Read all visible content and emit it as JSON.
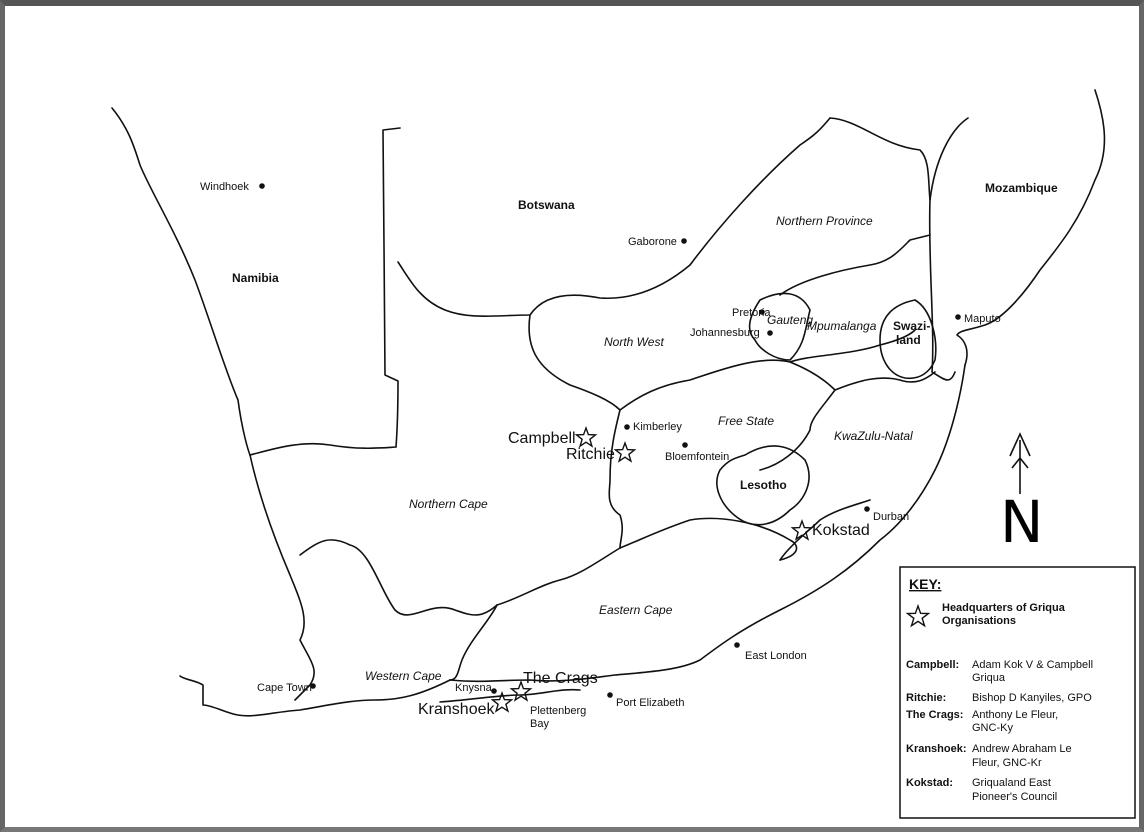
{
  "countries": {
    "namibia": "Namibia",
    "botswana": "Botswana",
    "mozambique": "Mozambique",
    "swaziland_1": "Swazi-",
    "swaziland_2": "land",
    "lesotho": "Lesotho"
  },
  "provinces": {
    "northern_province": "Northern Province",
    "north_west": "North West",
    "gauteng": "Gauteng",
    "mpumalanga": "Mpumalanga",
    "free_state": "Free State",
    "kwazulu_natal": "KwaZulu-Natal",
    "northern_cape": "Northern Cape",
    "eastern_cape": "Eastern Cape",
    "western_cape": "Western Cape"
  },
  "cities": {
    "windhoek": "Windhoek",
    "gaborone": "Gaborone",
    "pretoria": "Pretoria",
    "johannesburg": "Johannesburg",
    "maputo": "Maputo",
    "kimberley": "Kimberley",
    "bloemfontein": "Bloemfontein",
    "durban": "Durban",
    "east_london": "East London",
    "port_elizabeth": "Port Elizabeth",
    "cape_town": "Cape Town",
    "knysna": "Knysna",
    "plettenberg_1": "Plettenberg",
    "plettenberg_2": "Bay"
  },
  "headquarters": {
    "campbell": "Campbell",
    "ritchie": "Ritchie",
    "kokstad": "Kokstad",
    "the_crags": "The Crags",
    "kranshoek": "Kranshoek"
  },
  "north_arrow": {
    "letter": "N"
  },
  "key": {
    "title": "KEY:",
    "symbol_line1": "Headquarters of Griqua",
    "symbol_line2": "Organisations",
    "entries": [
      {
        "name": "Campbell:",
        "desc1": "Adam Kok V & Campbell",
        "desc2": "Griqua"
      },
      {
        "name": "Ritchie:",
        "desc1": "Bishop D Kanyiles, GPO",
        "desc2": ""
      },
      {
        "name": "The Crags:",
        "desc1": "Anthony Le Fleur,",
        "desc2": "GNC-Ky"
      },
      {
        "name": "Kranshoek:",
        "desc1": "Andrew Abraham Le",
        "desc2": "Fleur, GNC-Kr"
      },
      {
        "name": "Kokstad:",
        "desc1": "Griqualand East",
        "desc2": "Pioneer's Council"
      }
    ]
  }
}
